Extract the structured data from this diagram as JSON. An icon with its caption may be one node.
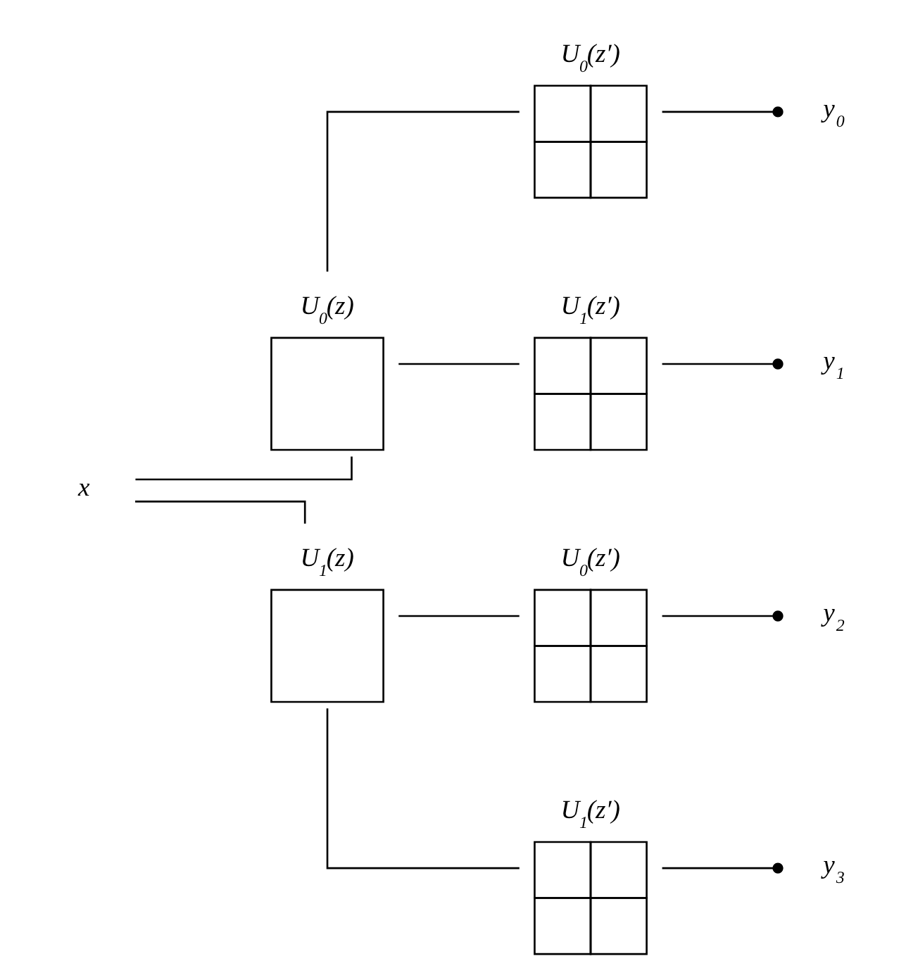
{
  "diagram": {
    "nodes": [
      {
        "text": [
          "x"
        ]
      },
      {
        "text": [
          "U$_{0}$(z)"
        ]
      },
      {
        "text": [
          "U$_{1}$(z)"
        ]
      },
      {
        "text": [
          "U$_{0}$(z′)"
        ]
      },
      {
        "text": [
          "U$_{1}$(z′)"
        ]
      },
      {
        "text": [
          "U$_{0}$(z′)"
        ]
      },
      {
        "text": [
          "U$_{1}$(z′)"
        ]
      },
      {
        "text": [
          "y$_{0}$"
        ]
      },
      {
        "text": [
          "y$_{1}$"
        ]
      },
      {
        "text": [
          "y$_{2}$"
        ]
      },
      {
        "text": [
          "y$_{3}$"
        ]
      }
    ],
    "edges": [
      {
        "from": 0,
        "to": 1,
        "arrow": "none"
      },
      {
        "from": 0,
        "to": 2,
        "arrow": "none"
      },
      {
        "from": 1,
        "to": 3,
        "arrow": "none"
      },
      {
        "from": 1,
        "to": 4,
        "arrow": "none"
      },
      {
        "from": 2,
        "to": 5,
        "arrow": "none"
      },
      {
        "from": 2,
        "to": 6,
        "arrow": "none"
      },
      {
        "from": 3,
        "to": 7,
        "arrow": "other"
      },
      {
        "from": 4,
        "to": 8,
        "arrow": "other"
      },
      {
        "from": 5,
        "to": 9,
        "arrow": "other"
      },
      {
        "from": 6,
        "to": 10,
        "arrow": "other"
      }
    ]
  }
}
